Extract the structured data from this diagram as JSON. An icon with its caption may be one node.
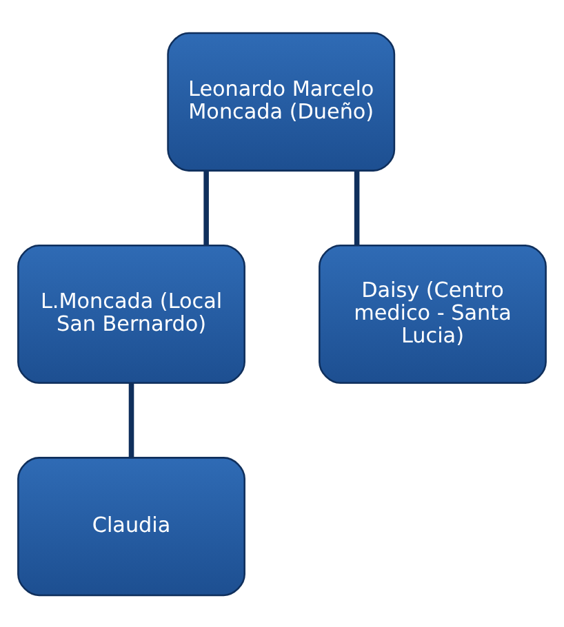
{
  "diagram": {
    "nodes": [
      {
        "text": [
          "Leonardo Marcelo Moncada (Dueño)"
        ]
      },
      {
        "text": [
          "L.Moncada (Local San Bernardo)"
        ]
      },
      {
        "text": [
          "Daisy (Centro medico - Santa Lucia)"
        ]
      },
      {
        "text": [
          "Claudia"
        ]
      }
    ],
    "edges": [
      {
        "from": 0,
        "to": 1,
        "arrow": "none"
      },
      {
        "from": 0,
        "to": 2,
        "arrow": "none"
      },
      {
        "from": 1,
        "to": 3,
        "arrow": "none"
      }
    ]
  }
}
